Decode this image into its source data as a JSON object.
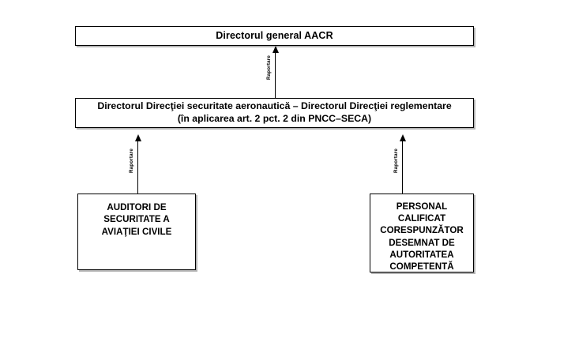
{
  "diagram": {
    "type": "organizational-hierarchy",
    "language": "ro",
    "nodes": {
      "director_general": {
        "label": "Directorul general AACR"
      },
      "directors": {
        "label": "Directorul Direcţiei securitate aeronautică – Directorul Direcţiei reglementare\n(în aplicarea art. 2 pct. 2 din PNCC–SECA)",
        "line_1": "Directorul Direcţiei securitate aeronautică – Directorul Direcţiei reglementare",
        "line_2": "(în aplicarea art. 2 pct. 2 din PNCC–SECA)"
      },
      "auditors": {
        "label": "AUDITORI DE\nSECURITATE A\nAVIAŢIEI CIVILE",
        "lines": [
          "AUDITORI DE",
          "SECURITATE A",
          "AVIAŢIEI CIVILE"
        ]
      },
      "qualified_personnel": {
        "label": "PERSONAL\nCALIFICAT\nCORESPUNZĂTOR\nDESEMNAT DE\nAUTORITATEA\nCOMPETENTĂ",
        "lines": [
          "PERSONAL",
          "CALIFICAT",
          "CORESPUNZĂTOR",
          "DESEMNAT DE",
          "AUTORITATEA",
          "COMPETENTĂ"
        ]
      }
    },
    "connectors": [
      {
        "id": "directors-to-director-general",
        "label": "Raportare",
        "from": "directors",
        "to": "director_general",
        "direction": "up"
      },
      {
        "id": "auditors-to-directors",
        "label": "Raportare",
        "from": "auditors",
        "to": "directors",
        "direction": "up"
      },
      {
        "id": "personnel-to-directors",
        "label": "Raportare",
        "from": "qualified_personnel",
        "to": "directors",
        "direction": "up"
      }
    ],
    "colors": {
      "background": "#ffffff",
      "box_border": "#000000",
      "box_fill": "#ffffff",
      "box_shadow": "#b4b4b4",
      "text": "#000000",
      "connector": "#000000"
    }
  }
}
